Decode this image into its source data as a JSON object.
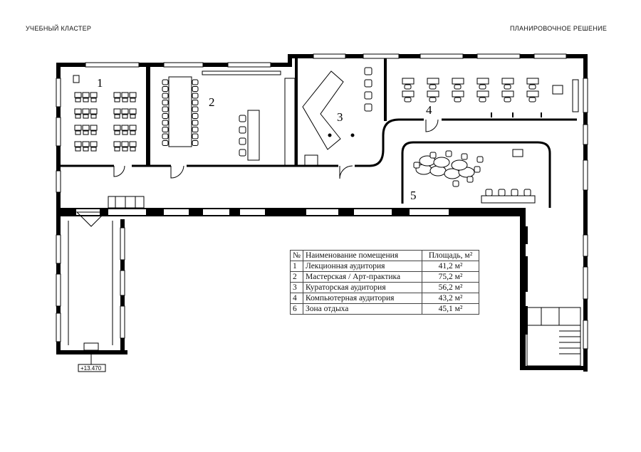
{
  "header": {
    "left": "УЧЕБНЫЙ КЛАСТЕР",
    "right": "ПЛАНИРОВОЧНОЕ РЕШЕНИЕ"
  },
  "rooms": [
    {
      "label": "1"
    },
    {
      "label": "2"
    },
    {
      "label": "3"
    },
    {
      "label": "4"
    },
    {
      "label": "5"
    }
  ],
  "elevation": "+13.470",
  "table": {
    "headers": [
      "№",
      "Наименование помещения",
      "Площадь, м²"
    ],
    "rows": [
      {
        "num": "1",
        "name": "Лекционная аудитория",
        "area": "41,2 м²"
      },
      {
        "num": "2",
        "name": "Мастерская / Арт-практика",
        "area": "75,2 м²"
      },
      {
        "num": "3",
        "name": "Кураторская аудитория",
        "area": "56,2 м²"
      },
      {
        "num": "4",
        "name": "Компьютерная аудитория",
        "area": "43,2 м²"
      },
      {
        "num": "6",
        "name": "Зона отдыха",
        "area": "45,1 м²"
      }
    ]
  },
  "colors": {
    "wall": "#000000",
    "line": "#222222",
    "paper": "#ffffff"
  }
}
